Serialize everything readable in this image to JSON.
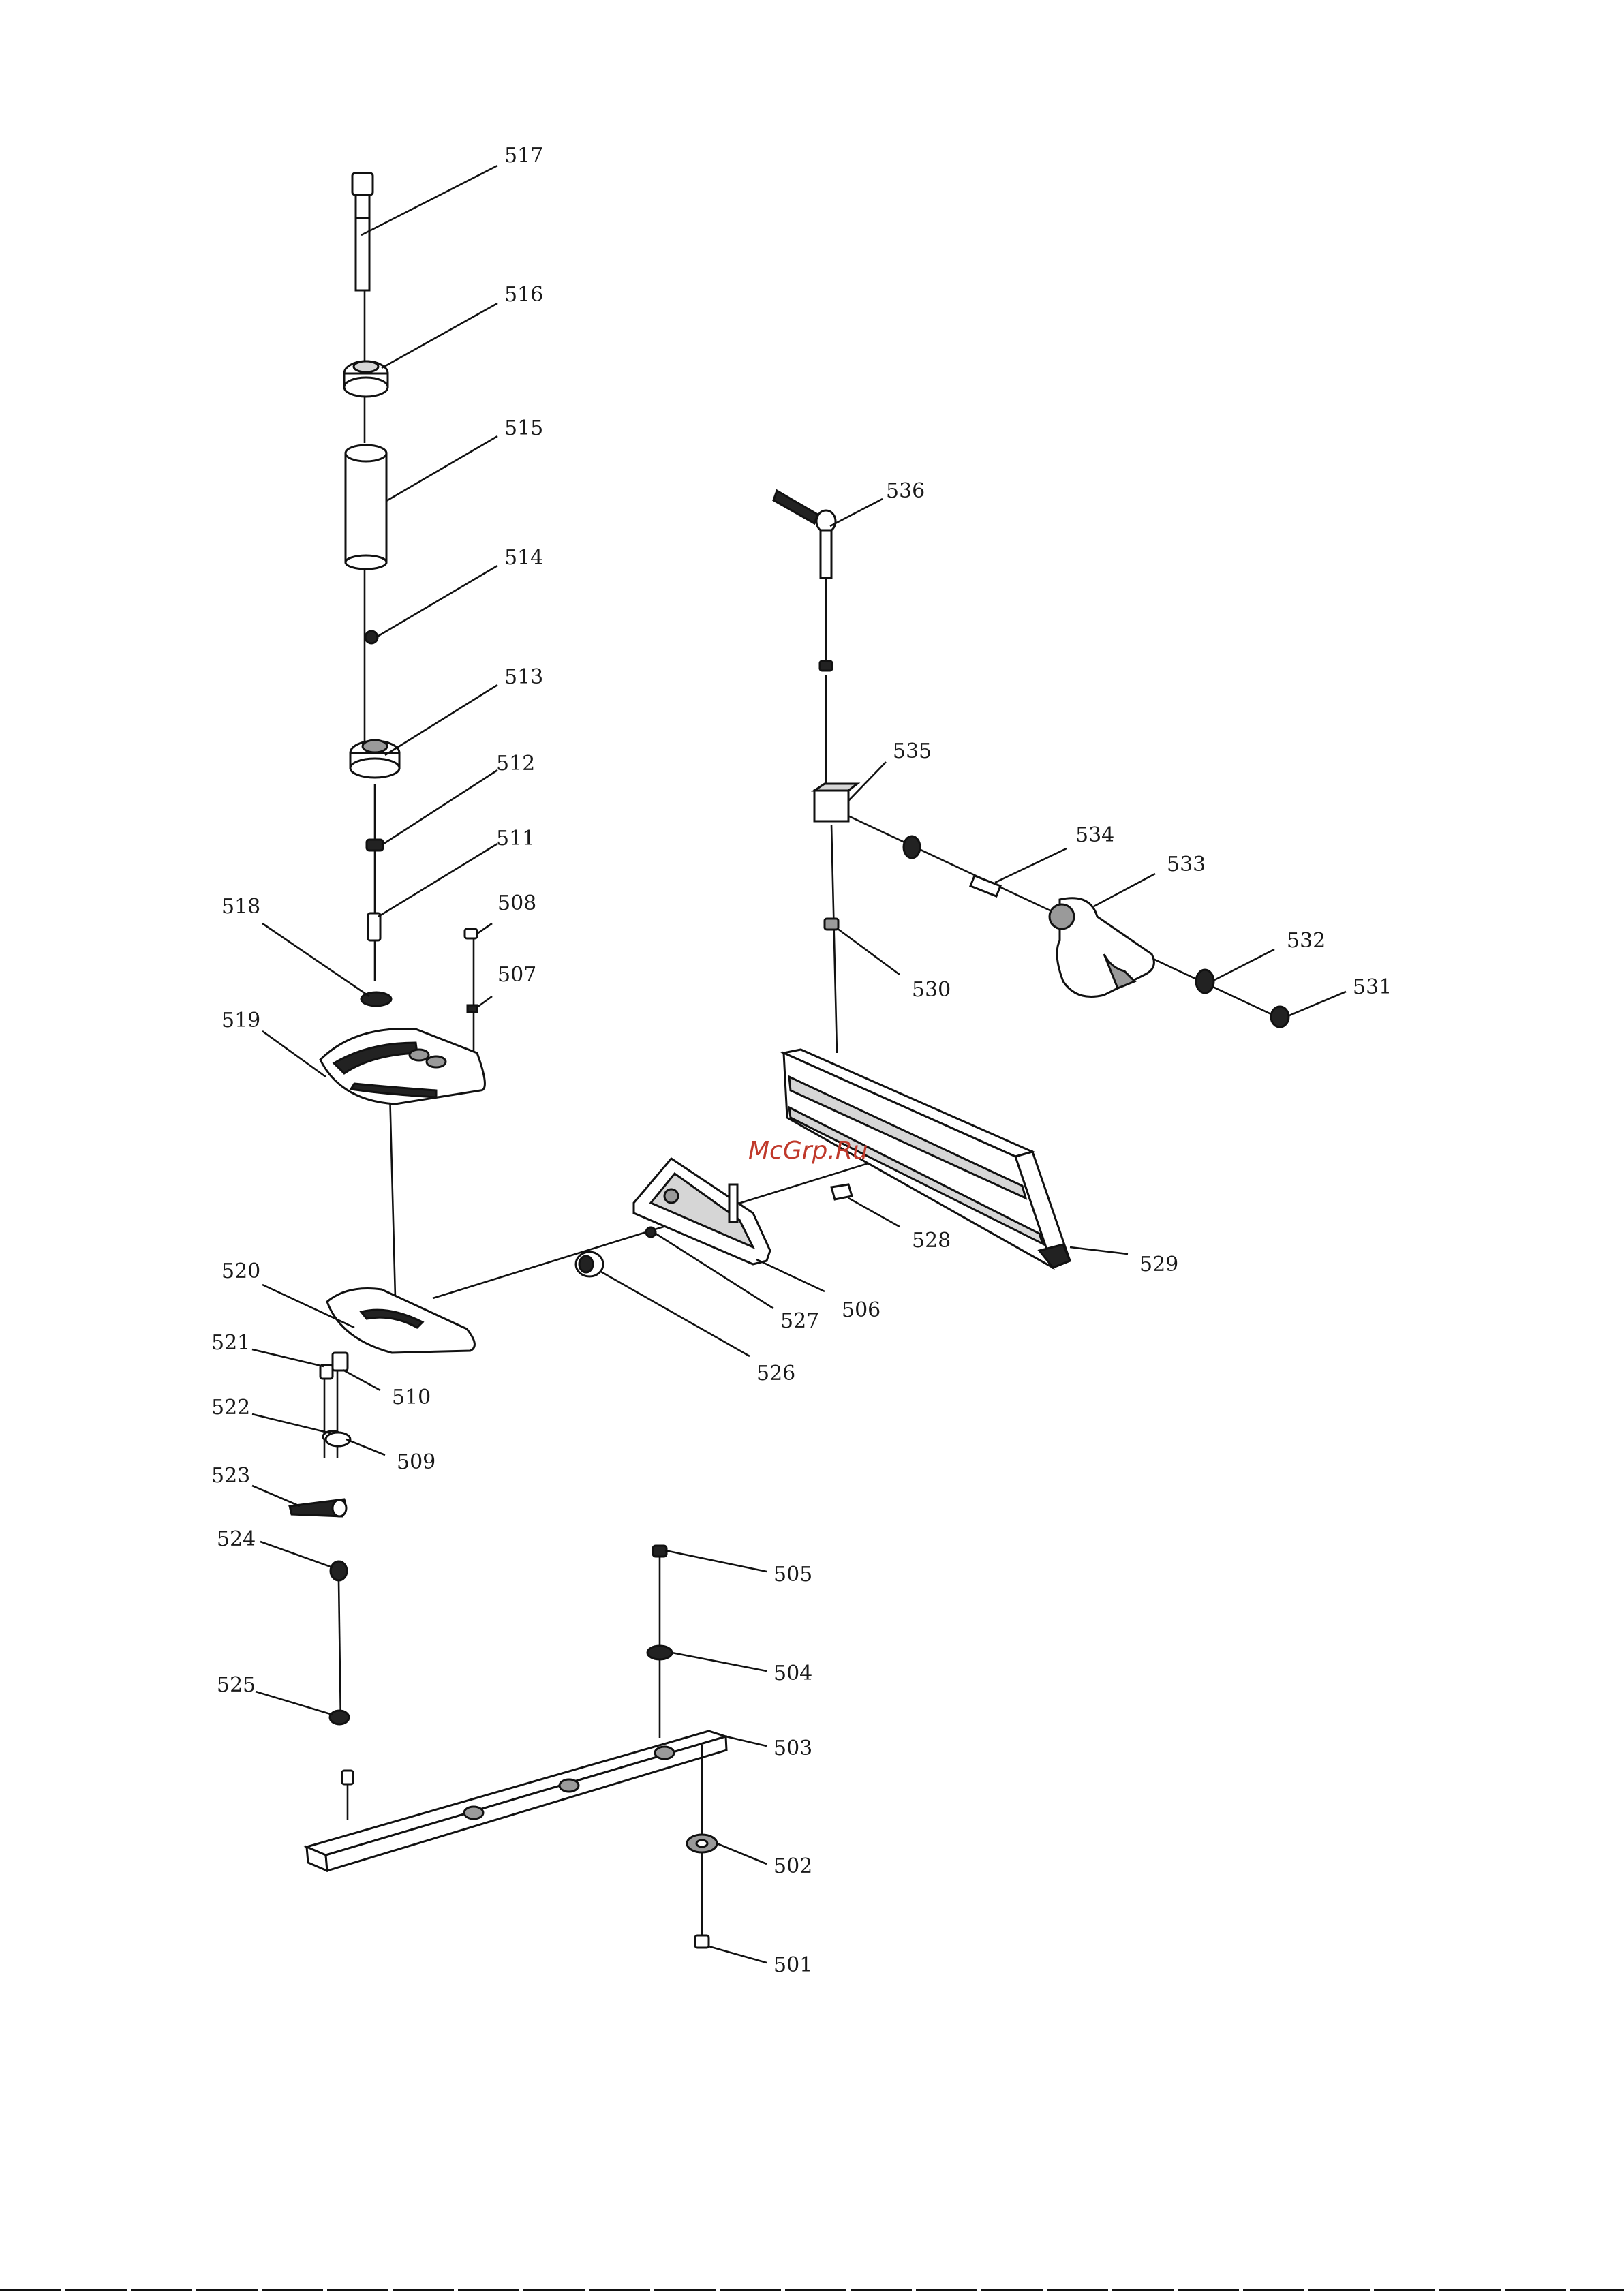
{
  "watermark": "McGrp.Ru",
  "labels": {
    "p501": "501",
    "p502": "502",
    "p503": "503",
    "p504": "504",
    "p505": "505",
    "p506": "506",
    "p507": "507",
    "p508": "508",
    "p509": "509",
    "p510": "510",
    "p511": "511",
    "p512": "512",
    "p513": "513",
    "p514": "514",
    "p515": "515",
    "p516": "516",
    "p517": "517",
    "p518": "518",
    "p519": "519",
    "p520": "520",
    "p521": "521",
    "p522": "522",
    "p523": "523",
    "p524": "524",
    "p525": "525",
    "p526": "526",
    "p527": "527",
    "p528": "528",
    "p529": "529",
    "p530": "530",
    "p531": "531",
    "p532": "532",
    "p533": "533",
    "p534": "534",
    "p535": "535",
    "p536": "536"
  }
}
